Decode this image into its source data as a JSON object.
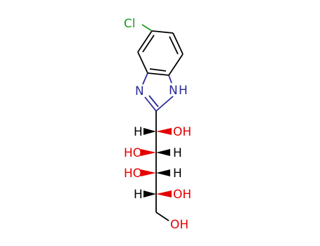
{
  "molecule": {
    "atoms": {
      "cl": "Cl",
      "n_ring": "N",
      "nh_n": "N",
      "nh_h": "H",
      "c1_h": "H",
      "c1_oh": "OH",
      "c2_oh": "HO",
      "c2_h": "H",
      "c3_oh": "HO",
      "c3_h": "H",
      "c4_h": "H",
      "c4_oh": "OH",
      "c5_oh": "OH"
    },
    "colors": {
      "carbon_bond": "#000000",
      "chlorine": "#1f9c1f",
      "nitrogen": "#2b2b9a",
      "oxygen": "#e60000",
      "hydrogen": "#000000"
    }
  }
}
